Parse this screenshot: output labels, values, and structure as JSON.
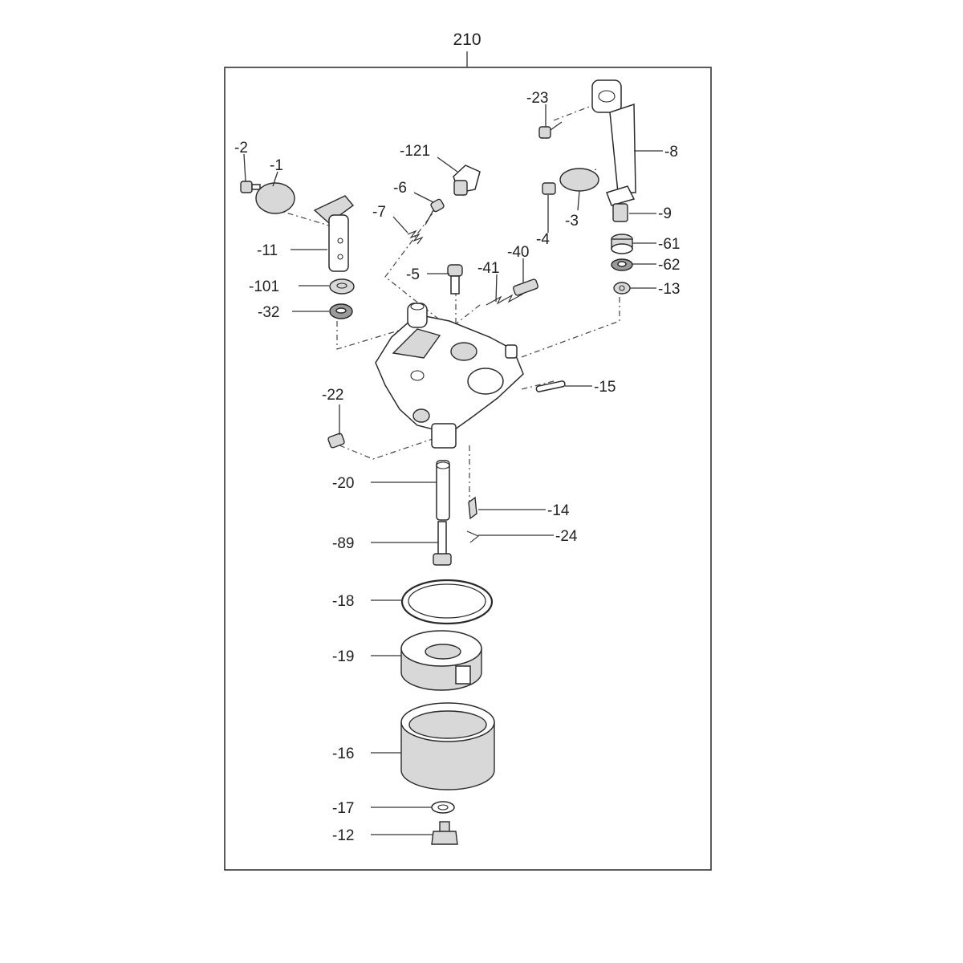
{
  "assembly_number": "210",
  "labels": {
    "p1": "-1",
    "p2": "-2",
    "p3": "-3",
    "p4": "-4",
    "p5": "-5",
    "p6": "-6",
    "p7": "-7",
    "p8": "-8",
    "p9": "-9",
    "p11": "-11",
    "p12": "-12",
    "p13": "-13",
    "p14": "-14",
    "p15": "-15",
    "p16": "-16",
    "p17": "-17",
    "p18": "-18",
    "p19": "-19",
    "p20": "-20",
    "p22": "-22",
    "p23": "-23",
    "p24": "-24",
    "p32": "-32",
    "p40": "-40",
    "p41": "-41",
    "p61": "-61",
    "p62": "-62",
    "p89": "-89",
    "p101": "-101",
    "p121": "-121"
  }
}
